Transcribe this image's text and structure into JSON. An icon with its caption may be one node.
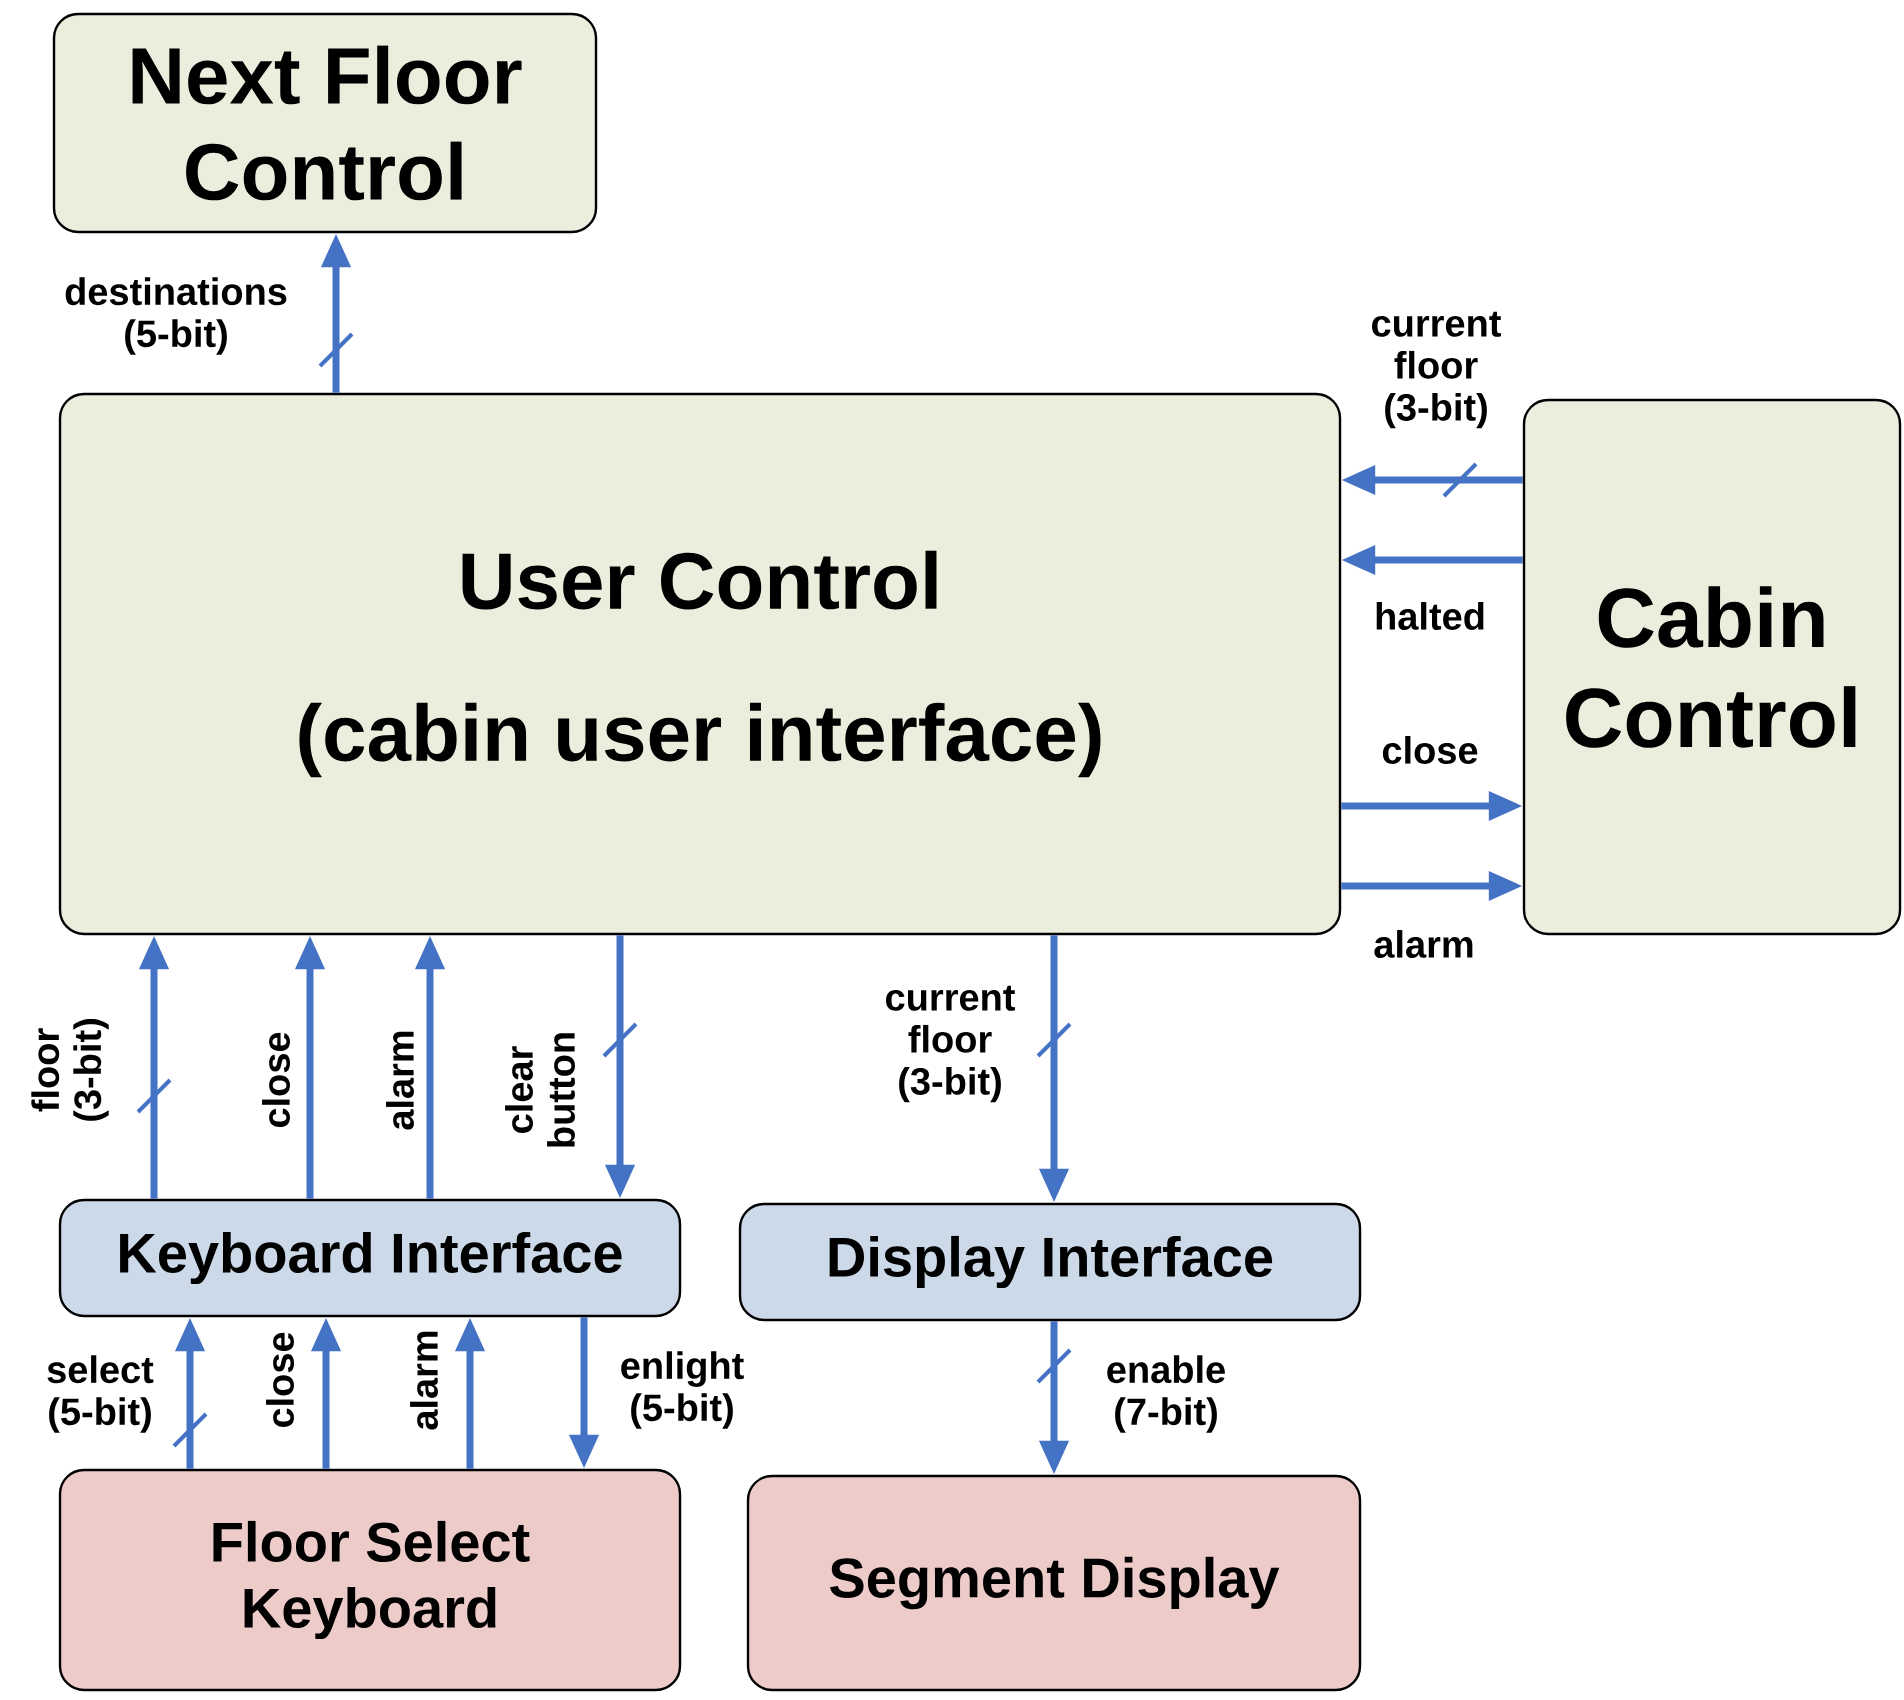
{
  "diagram": {
    "nodes": [
      {
        "text": [
          "Next Floor Control"
        ]
      },
      {
        "text": [
          "User Control",
          "(cabin user interface)"
        ]
      },
      {
        "text": [
          "Cabin Control"
        ]
      },
      {
        "text": [
          "Keyboard Interface"
        ]
      },
      {
        "text": [
          "Display Interface"
        ]
      },
      {
        "text": [
          "Floor Select Keyboard"
        ]
      },
      {
        "text": [
          "Segment Display"
        ]
      }
    ],
    "edges": [
      {
        "from": 1,
        "to": 0,
        "arrow": "to",
        "label": "destinations (5-bit)"
      },
      {
        "from": 2,
        "to": 1,
        "arrow": "to",
        "label": "current floor (3-bit)"
      },
      {
        "from": 2,
        "to": 1,
        "arrow": "to",
        "label": "halted"
      },
      {
        "from": 1,
        "to": 2,
        "arrow": "to",
        "label": "close"
      },
      {
        "from": 1,
        "to": 2,
        "arrow": "to",
        "label": "alarm"
      },
      {
        "from": 3,
        "to": 1,
        "arrow": "to",
        "label": "floor (3-bit)"
      },
      {
        "from": 3,
        "to": 1,
        "arrow": "to",
        "label": "close"
      },
      {
        "from": 3,
        "to": 1,
        "arrow": "to",
        "label": "alarm"
      },
      {
        "from": 1,
        "to": 3,
        "arrow": "to",
        "label": "clear button"
      },
      {
        "from": 1,
        "to": 4,
        "arrow": "to",
        "label": "current floor (3-bit)"
      },
      {
        "from": 5,
        "to": 3,
        "arrow": "to",
        "label": "select (5-bit)"
      },
      {
        "from": 5,
        "to": 3,
        "arrow": "to",
        "label": "close"
      },
      {
        "from": 5,
        "to": 3,
        "arrow": "to",
        "label": "alarm"
      },
      {
        "from": 3,
        "to": 5,
        "arrow": "to",
        "label": "enlight (5-bit)"
      },
      {
        "from": 4,
        "to": 6,
        "arrow": "to",
        "label": "enable (7-bit)"
      }
    ]
  }
}
